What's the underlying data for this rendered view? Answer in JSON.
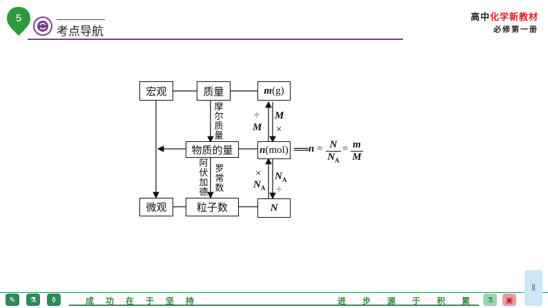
{
  "header": {
    "slide_number": "5",
    "nav_label": "考点导航",
    "brand_prefix": "高中",
    "brand_accent": "化学新教材",
    "subtitle": "必修第一册"
  },
  "diagram": {
    "nodes": {
      "macro": "宏观",
      "mass": "质量",
      "m_var": "m",
      "m_unit": "(g)",
      "amount": "物质的量",
      "n_var": "n",
      "n_unit": "(mol)",
      "micro": "微观",
      "particles": "粒子数",
      "N_box": "N"
    },
    "labels": {
      "molar_mass": "摩尔质量",
      "avogadro_left": "阿伏加德",
      "avogadro_right": "罗常数",
      "div_sign_top": "÷",
      "M_top_left": "M",
      "M_top_right": "M",
      "mul_sign_top": "×",
      "mul_sign_bottom": "×",
      "NA_left": "N",
      "NA_right": "N",
      "A_sub": "A",
      "div_sign_bottom": "÷"
    },
    "formula": {
      "arrow": "⟹",
      "n": "n",
      "eq1": "=",
      "N": "N",
      "NA": "N",
      "A": "A",
      "eq2": "=",
      "m": "m",
      "M": "M"
    }
  },
  "footer": {
    "left_chars": [
      "成",
      "功",
      "在",
      "于",
      "坚",
      "持"
    ],
    "right_chars": [
      "进",
      "步",
      "源",
      "于",
      "积",
      "累"
    ]
  }
}
